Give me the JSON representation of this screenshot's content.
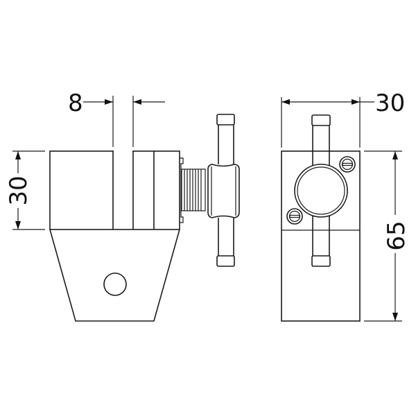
{
  "drawing": {
    "dimensions": {
      "slot_width": "8",
      "block_height": "30",
      "front_width": "30",
      "front_height": "65"
    },
    "colors": {
      "line": "#1a1a1a",
      "background": "#ffffff"
    }
  }
}
